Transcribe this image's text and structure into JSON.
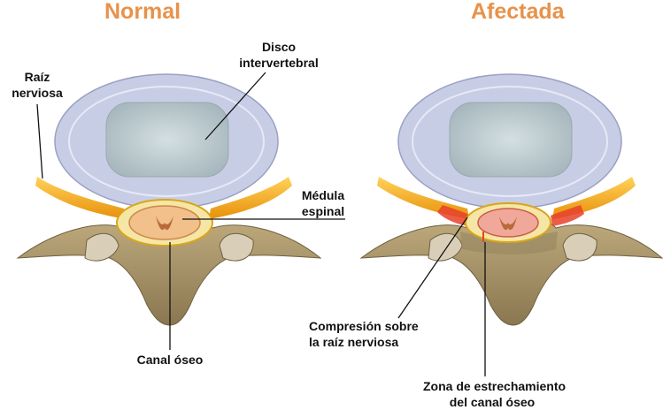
{
  "titles": {
    "normal": "Normal",
    "affected": "Afectada"
  },
  "labels": {
    "nerve_root": [
      "Raíz",
      "nerviosa"
    ],
    "disc": [
      "Disco",
      "intervertebral"
    ],
    "spinal_cord": [
      "Médula",
      "espinal"
    ],
    "bony_canal": "Canal óseo",
    "compression": [
      "Compresión sobre",
      "la raíz nerviosa"
    ],
    "narrowing": [
      "Zona de estrechamiento",
      "del canal óseo"
    ]
  },
  "colors": {
    "title": "#e8924a",
    "bone": "#a89468",
    "disc_ring": "#c8cde6",
    "disc_core": "#b8c6cc",
    "nerve": "#f2a81c",
    "compression": "#e8412a"
  }
}
